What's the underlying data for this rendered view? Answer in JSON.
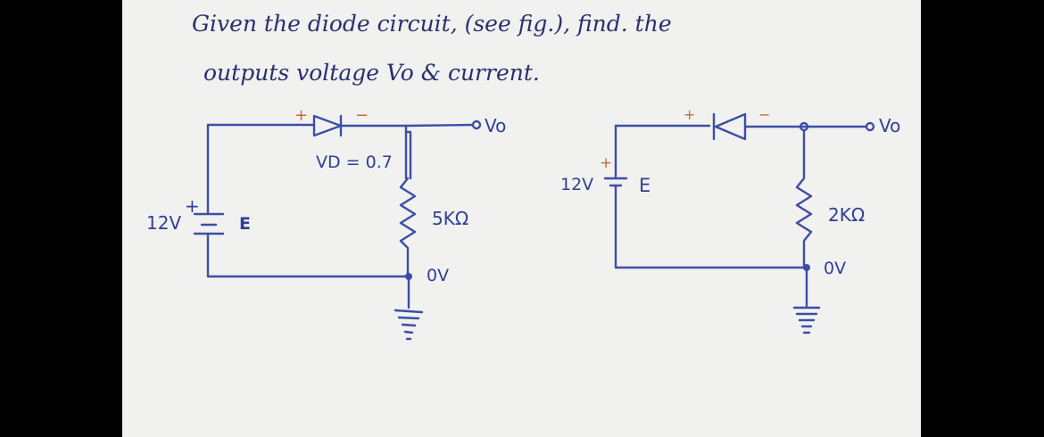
{
  "problem": {
    "line1": "Given the diode circuit, (see fig.), find. the",
    "line2": "outputs voltage Vo & current."
  },
  "circuit_left": {
    "source_label": "12V",
    "source_symbol": "E",
    "source_plus": "+",
    "diode_plus": "+",
    "diode_minus": "−",
    "diode_drop": "VD = 0.7",
    "output_label": "Vo",
    "resistor_label": "5KΩ",
    "ground_label": "0V"
  },
  "circuit_right": {
    "source_label": "12V",
    "source_symbol": "E",
    "source_plus": "+",
    "diode_plus": "+",
    "diode_minus": "−",
    "output_label": "Vo",
    "resistor_label": "2KΩ",
    "ground_label": "0V"
  },
  "colors": {
    "paper": "#f1f1ef",
    "ink": "#3d4ea6",
    "ink_dark": "#2b2f6e",
    "polarity": "#c76a3b"
  }
}
